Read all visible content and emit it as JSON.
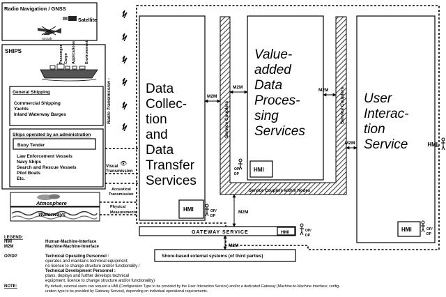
{
  "radio_nav": {
    "title": "Radio Navigation / GNSS",
    "satellite": "Satellite",
    "aircraft": "Aircraft"
  },
  "ships": {
    "title": "SHIPS",
    "categories": [
      "Passenger",
      "Cargo",
      "Applications",
      "Environment"
    ],
    "general": {
      "title": "General Shipping",
      "items": [
        "Commercial Shipping",
        "Yachts",
        "Inland Waterway Barges"
      ]
    },
    "admin": {
      "title": "Ships operated by an administration",
      "buoy": "Buoy Tender",
      "items": [
        "Law Enforcement Vessels",
        "Navy Ships",
        "Search and Rescue Vessels",
        "Pilot Boats",
        "Etc."
      ]
    }
  },
  "environment": {
    "atmosphere": "Atmosphere",
    "waterways": "Waterways"
  },
  "links": {
    "radio": "Radio Transmission -",
    "visual": [
      "Visual",
      "Transmission"
    ],
    "acoustical": [
      "Acoustical",
      "Transmission"
    ],
    "physical": [
      "Physical",
      "Measurements"
    ],
    "m2m": "M2M"
  },
  "services": {
    "data_collection": [
      "Data",
      "Collec-",
      "tion",
      "and",
      "Data",
      "Transfer",
      "Services"
    ],
    "value_added": [
      "Value-",
      "added",
      "Data",
      "Proces-",
      "sing",
      "Services"
    ],
    "user_interaction": [
      "User",
      "Interac-",
      "tion",
      "Service"
    ],
    "couplers": "Service Couplers",
    "couplers_within": "Service Couplers within Nodes",
    "gateway": "GATEWAY SERVICE",
    "shore": "Shore-based external systems (of third parties)",
    "hmi": "HMI",
    "hmi_partial": "HMI",
    "op_dp": [
      "OP/",
      "DP"
    ]
  },
  "legend": {
    "title": "LEGEND:",
    "hmi": {
      "key": "HMI",
      "text": "Human-Machine-Interface"
    },
    "m2m": {
      "key": "M2M",
      "text": "Machine-Machine-Interface"
    },
    "opdp": {
      "key": "OP/DP",
      "lines": [
        "Technical Operating Personnel :",
        "operates and maintains technical equipment;",
        "no licence to change structure and/or functionality /",
        "Technical Development Personnel :",
        "plans, deploys and further develops technical",
        "equipment; licence to change structure and/or functionality)"
      ]
    },
    "note": {
      "key": "NOTE:",
      "lines": [
        "By default, external users can request a HMI (Configuration Type to be provided by the User Interaction Service) and/or a dedicated Gateway (Machine-to-Machine-Interface; config-",
        "uration type to be provided by Gateway Service), depending on individual operational requirements."
      ]
    }
  }
}
